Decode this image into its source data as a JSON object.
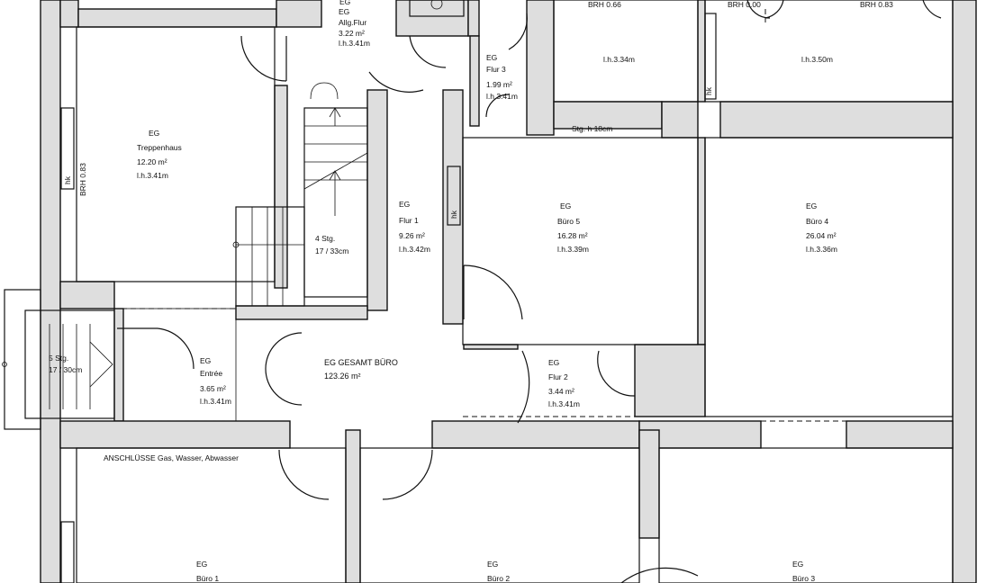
{
  "rooms": {
    "allg_flur": {
      "l1": "EG",
      "l2": "Allg.Flur",
      "l3": "3.22 m²",
      "l4": "l.h.3.41m"
    },
    "flur3": {
      "l1": "EG",
      "l2": "Flur 3",
      "l3": "1.99 m²",
      "l4": "l.h.3.41m"
    },
    "brh_066": {
      "brh": "BRH 0.66",
      "lh": "l.h.3.34m"
    },
    "brh_083_top": {
      "brh0": "BRH 0.00",
      "brh": "BRH 0.83",
      "lh": "l.h.3.50m"
    },
    "treppenhaus": {
      "l1": "EG",
      "l2": "Treppenhaus",
      "l3": "12.20 m²",
      "l4": "l.h.3.41m",
      "brh": "BRH 0.83",
      "hk": "hk"
    },
    "flur1": {
      "l1": "EG",
      "l2": "Flur 1",
      "l3": "9.26 m²",
      "l4": "l.h.3.42m"
    },
    "stair": {
      "steps": "4 Stg.",
      "dim": "17 / 33cm"
    },
    "buero5": {
      "l1": "EG",
      "l2": "Büro 5",
      "l3": "16.28 m²",
      "l4": "l.h.3.39m",
      "hk": "hk"
    },
    "buero4": {
      "l1": "EG",
      "l2": "Büro 4",
      "l3": "26.04 m²",
      "l4": "l.h.3.36m"
    },
    "stg_h": "Stg. h 18cm",
    "entree": {
      "l1": "EG",
      "l2": "Entrée",
      "l3": "3.65 m²",
      "l4": "l.h.3.41m"
    },
    "gesamt": {
      "l1": "EG GESAMT BÜRO",
      "l2": "123.26 m²"
    },
    "outer_stair": {
      "steps": "5 Stg.",
      "dim": "17 / 30cm"
    },
    "flur2": {
      "l1": "EG",
      "l2": "Flur 2",
      "l3": "3.44 m²",
      "l4": "l.h.3.41m"
    },
    "anschluesse": "ANSCHLÜSSE Gas, Wasser, Abwasser",
    "buero1": {
      "l1": "EG",
      "l2": "Büro 1"
    },
    "buero2": {
      "l1": "EG",
      "l2": "Büro 2"
    },
    "buero3": {
      "l1": "EG",
      "l2": "Büro 3"
    },
    "hk_top": "hk",
    "eg_top": "EG"
  }
}
